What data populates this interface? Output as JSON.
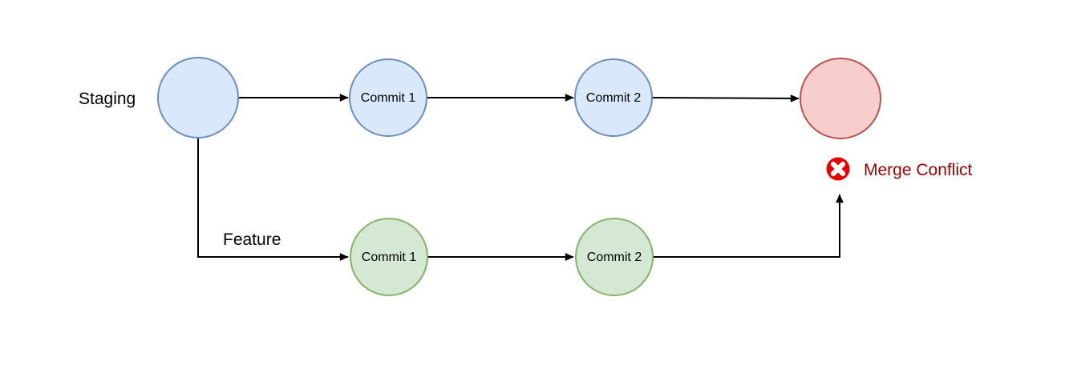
{
  "colors": {
    "background": "#ffffff",
    "edge": "#000000",
    "label_text": "#000000",
    "node_label_text": "#000000",
    "staging_node_fill": "#dae8fc",
    "staging_node_stroke": "#6c8ebf",
    "feature_node_fill": "#d5e8d4",
    "feature_node_stroke": "#82b366",
    "conflict_node_fill": "#f8cecc",
    "conflict_node_stroke": "#b85450",
    "error_icon_fill": "#e60000",
    "error_icon_cross": "#ffffff",
    "conflict_text": "#990000"
  },
  "staging_branch": {
    "label": "Staging",
    "commit1": "Commit 1",
    "commit2": "Commit 2"
  },
  "feature_branch": {
    "label": "Feature",
    "commit1": "Commit 1",
    "commit2": "Commit 2"
  },
  "conflict": {
    "label": "Merge Conflict"
  }
}
